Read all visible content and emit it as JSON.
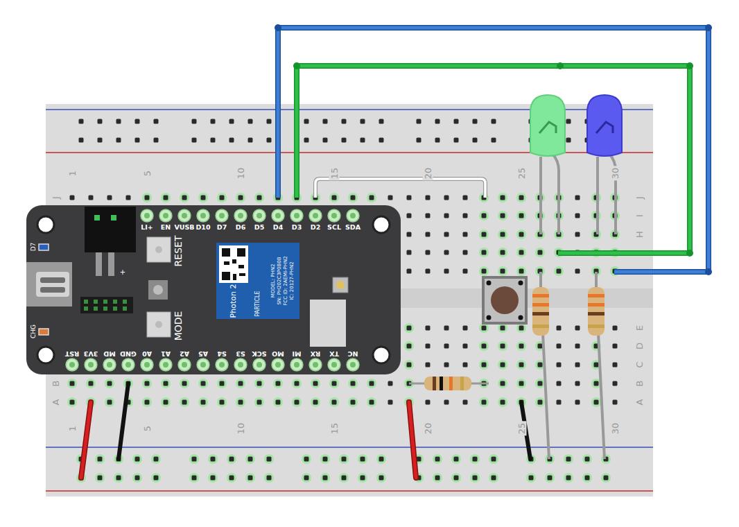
{
  "diagram": {
    "labels": [
      "LI+",
      "EN",
      "VUSB",
      "D10",
      "D7",
      "D6",
      "D5",
      "D4",
      "D3",
      "D2",
      "SCL",
      "SDA",
      "RESET",
      "MODE",
      "D7",
      "CHG",
      "RST",
      "3V3",
      "MD",
      "GND",
      "A0",
      "A1",
      "A2",
      "A5",
      "S4",
      "S3",
      "SCK",
      "MO",
      "MI",
      "RX",
      "TX",
      "NC",
      "Photon 2",
      "PARTICLE",
      "MODEL: PHN2",
      "SN: PH202C3P0B0B",
      "FCC ID: 2AEMI-PHN2",
      "IC: 20127-PHN2",
      "1",
      "5",
      "10",
      "15",
      "20",
      "25",
      "30",
      "1",
      "5",
      "10",
      "15",
      "20",
      "25",
      "30",
      "J",
      "B",
      "A",
      "J",
      "I",
      "H",
      "E",
      "D",
      "C",
      "B",
      "A",
      "+"
    ]
  }
}
